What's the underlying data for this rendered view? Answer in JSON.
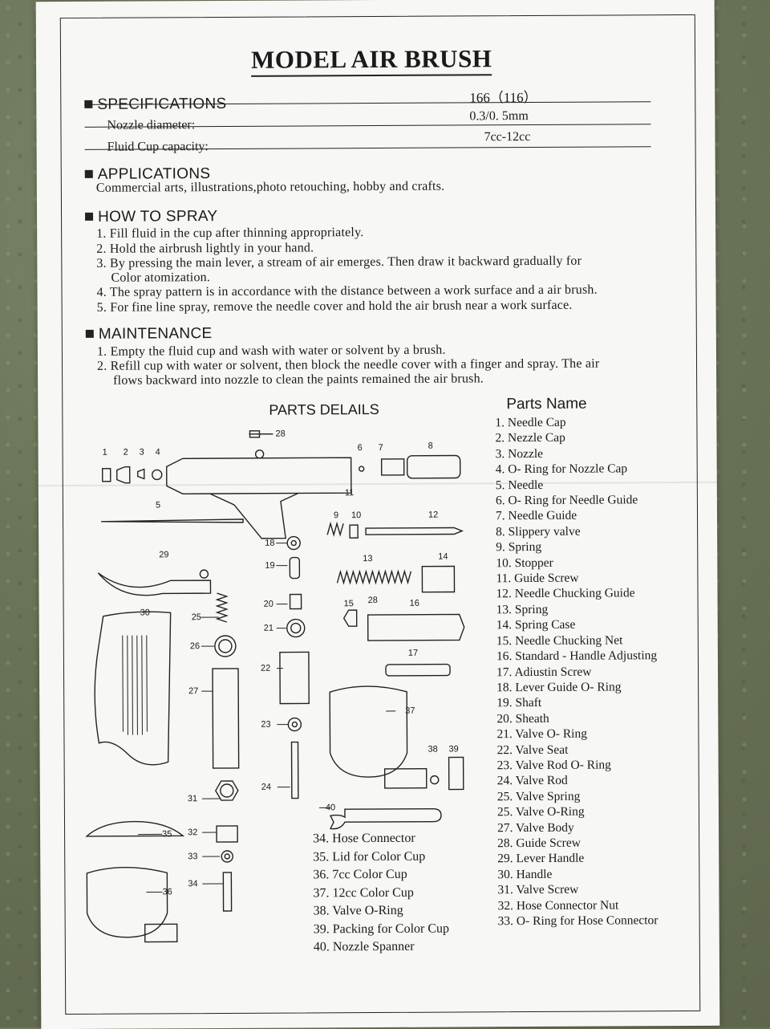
{
  "title": "MODEL AIR BRUSH",
  "specifications": {
    "heading": "SPECIFICATIONS",
    "model": "166（116）",
    "rows": [
      {
        "label": "Nozzle diameter:",
        "value": "0.3/0. 5mm"
      },
      {
        "label": "Fluid Cup capacity:",
        "value": "7cc-12cc"
      }
    ]
  },
  "applications": {
    "heading": "APPLICATIONS",
    "text": "Commercial arts, illustrations,photo retouching, hobby and crafts."
  },
  "how_to_spray": {
    "heading": "HOW TO SPRAY",
    "lines": [
      "1. Fill fluid in the cup after thinning appropriately.",
      "2. Hold the airbrush lightly  in your hand.",
      "3. By pressing the main lever, a stream of air emerges. Then draw it backward gradually for",
      "Color  atomization.",
      "4. The spray pattern is in accordance with the distance between a work surface and a air brush.",
      "5. For fine line spray, remove the needle  cover and hold the air brush  near  a work surface."
    ]
  },
  "maintenance": {
    "heading": "MAINTENANCE",
    "lines": [
      "1. Empty the fluid cup  and wash  with water  or  solvent  by a brush.",
      "2. Refill cup with water  or  solvent, then block the needle cover with a  finger  and spray. The  air",
      "flows backward into nozzle to clean the paints remained the air brush."
    ]
  },
  "parts_details_heading": "PARTS DELAILS",
  "parts_name_heading": "Parts Name",
  "parts_right": [
    "1.  Needle Cap",
    "2.  Nezzle  Cap",
    "3.  Nozzle",
    "4.  O- Ring for  Nozzle Cap",
    "5.  Needle",
    "6.  O- Ring for  Needle  Guide",
    "7.  Needle Guide",
    "8.  Slippery valve",
    "9.  Spring",
    "10. Stopper",
    "11. Guide Screw",
    "12. Needle Chucking Guide",
    "13. Spring",
    "14. Spring  Case",
    "15. Needle  Chucking Net",
    "16. Standard - Handle Adjusting",
    "17. Adiustin  Screw",
    "18. Lever  Guide  O- Ring",
    "19. Shaft",
    "20. Sheath",
    "21. Valve  O- Ring",
    "22. Valve  Seat",
    "23. Valve  Rod O- Ring",
    "24. Valve  Rod",
    "25. Valve  Spring",
    "25. Valve  O-Ring",
    "27. Valve  Body",
    "28. Guide Screw",
    "29. Lever Handle",
    "30. Handle",
    "31. Valve  Screw",
    "32. Hose  Connector  Nut",
    "33. O- Ring for Hose Connector"
  ],
  "parts_left": [
    "34. Hose Connector",
    "35. Lid for Color Cup",
    "36. 7cc Color Cup",
    "37. 12cc Color Cup",
    "38. Valve O-Ring",
    "39. Packing for Color Cup",
    "40. Nozzle Spanner"
  ],
  "diagram_labels": [
    "1",
    "2",
    "3",
    "4",
    "5",
    "6",
    "7",
    "8",
    "9",
    "10",
    "11",
    "12",
    "13",
    "14",
    "15",
    "16",
    "17",
    "18",
    "19",
    "20",
    "21",
    "22",
    "23",
    "24",
    "25",
    "26",
    "27",
    "28",
    "28",
    "29",
    "30",
    "31",
    "32",
    "33",
    "34",
    "35",
    "36",
    "37",
    "38",
    "39",
    "40"
  ]
}
